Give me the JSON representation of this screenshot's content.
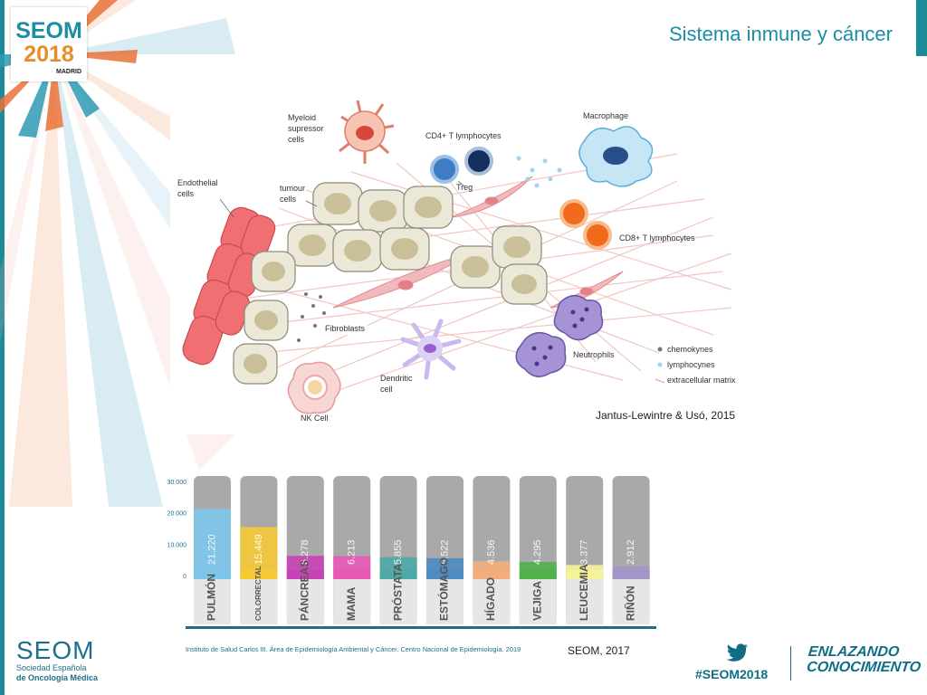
{
  "header": {
    "title": "Sistema inmune y cáncer",
    "logo": {
      "line1": "SEOM",
      "line2": "2018",
      "line3": "MADRID"
    }
  },
  "colors": {
    "title": "#1b8ea3",
    "teal": "#1d8a99",
    "logo_seom": "#1b8ea3",
    "logo_year": "#e88c2a",
    "footer_blue": "#1d6f89",
    "chart_axis": "#1d6f89"
  },
  "figure": {
    "labels": {
      "myeloid": "Myeloid\nsupressor\ncells",
      "cd4": "CD4+ T lymphocytes",
      "treg": "Treg",
      "macrophage": "Macrophage",
      "endothelial": "Endothelial\ncells",
      "tumour": "tumour\ncells",
      "cd8": "CD8+ T lymphocytes",
      "fibroblasts": "Fibroblasts",
      "neutrophils": "Neutrophils",
      "dendritic": "Dendritic\ncell",
      "nk": "NK Cell"
    },
    "legend": [
      "chemokynes",
      "lymphocynes",
      "extracellular matrix"
    ],
    "citation": "Jantus-Lewintre & Usó, 2015"
  },
  "chart_data": {
    "type": "bar",
    "categories": [
      "PULMÓN",
      "COLORRECTAL",
      "PÁNCREAS",
      "MAMA",
      "PRÓSTATA",
      "ESTÓMAGO",
      "HÍGADO",
      "VEJIGA",
      "LEUCEMIA",
      "RIÑÓN"
    ],
    "values": [
      21220,
      15449,
      6278,
      6213,
      5855,
      5522,
      4536,
      4295,
      3377,
      2912
    ],
    "value_labels": [
      "21.220",
      "15.449",
      "6.278",
      "6.213",
      "5.855",
      "5.522",
      "4.536",
      "4.295",
      "3.377",
      "2.912"
    ],
    "colors": [
      "#7cc6ec",
      "#f6c935",
      "#c742b5",
      "#e858b6",
      "#4ea9a6",
      "#4d8bc2",
      "#f3ad7c",
      "#4fb04c",
      "#f6f29a",
      "#a495c9"
    ],
    "yticks": [
      "30.000",
      "20.000",
      "10.000",
      "0"
    ],
    "ytick_values": [
      30000,
      20000,
      10000,
      0
    ],
    "ylim": [
      0,
      30000
    ],
    "source": "Instituto de Salud Carlos III. Área de Epidemiología Ambiental y Cáncer. Centro Nacional de Epidemiología. 2019"
  },
  "chart_citation": "SEOM, 2017",
  "footer": {
    "seom": "SEOM",
    "sub1": "Sociedad Española",
    "sub2": "de Oncología Médica",
    "hashtag": "#SEOM2018",
    "slogan1": "ENLAZANDO",
    "slogan2": "CONOCIMIENTO"
  }
}
